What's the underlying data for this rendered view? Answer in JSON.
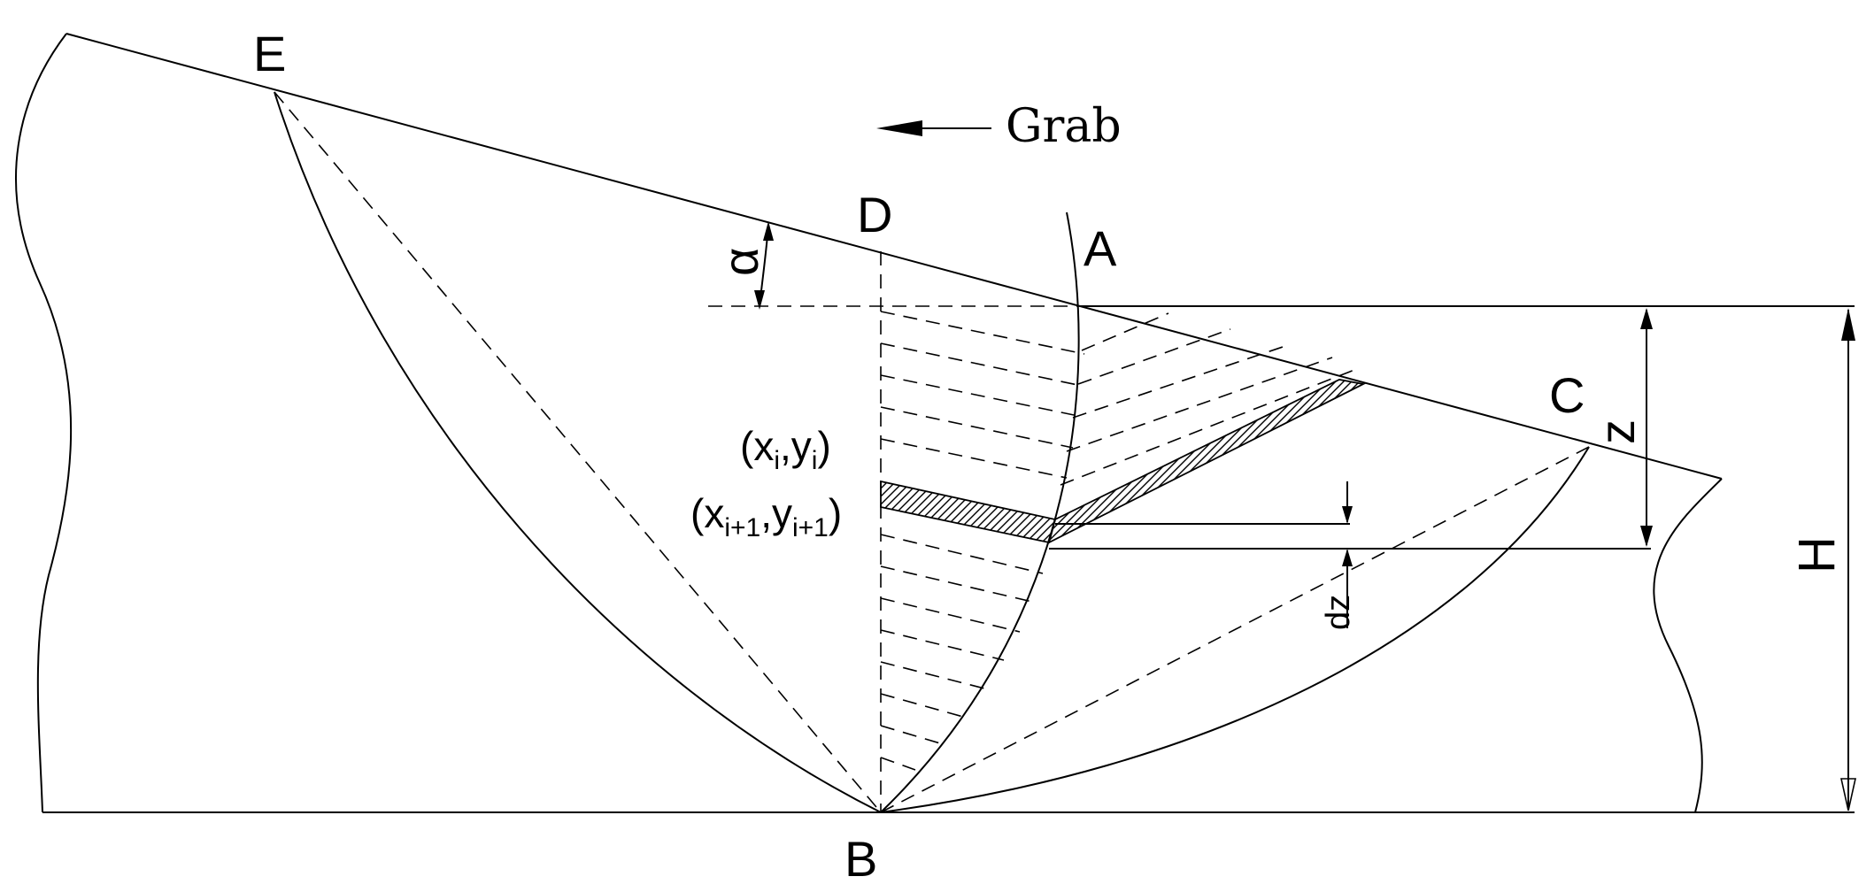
{
  "labels": {
    "E": "E",
    "D": "D",
    "A": "A",
    "C": "C",
    "B": "B",
    "alpha": "α",
    "z": "z",
    "H": "H",
    "dz": "dz",
    "grab": "Grab"
  },
  "coords_i": {
    "open": "(x",
    "sub": "i",
    "mid": ",y",
    "close": ")"
  },
  "coords_i1": {
    "open": "(x",
    "sub": "i+1",
    "mid": ",y",
    "close": ")"
  }
}
